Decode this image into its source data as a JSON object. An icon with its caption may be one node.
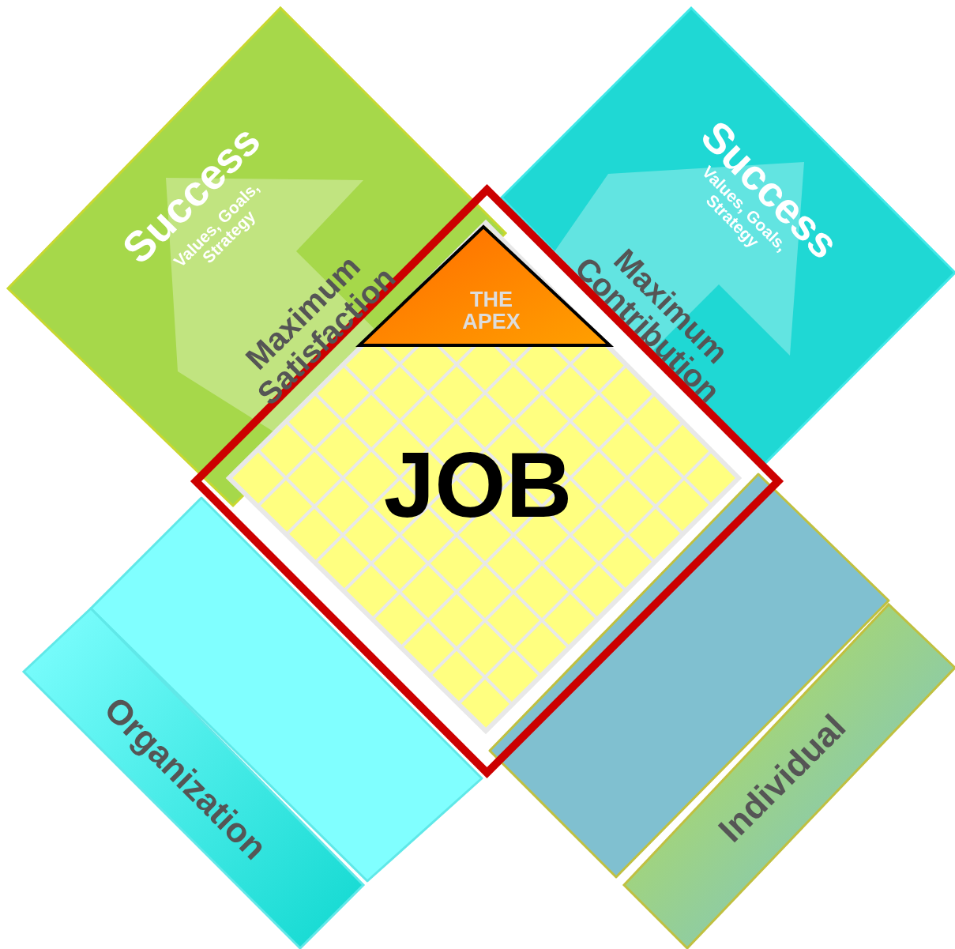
{
  "diagram": {
    "nodes": [
      {
        "text": [
          "Success",
          "Values, Goals, Strategy",
          "Maximum Satisfaction"
        ]
      },
      {
        "text": [
          "Success",
          "Values, Goals, Strategy",
          "Maximum Contribution"
        ]
      },
      {
        "text": [],
        "shape": "box"
      },
      {
        "text": [],
        "shape": "box"
      },
      {
        "text": [
          "Organization"
        ]
      },
      {
        "text": [
          "Individual"
        ]
      },
      {
        "text": [],
        "shape": "diamond"
      },
      {
        "text": [
          "JOB"
        ],
        "in": 6
      },
      {
        "text": [
          "THE APEX"
        ],
        "in": 7
      }
    ]
  }
}
